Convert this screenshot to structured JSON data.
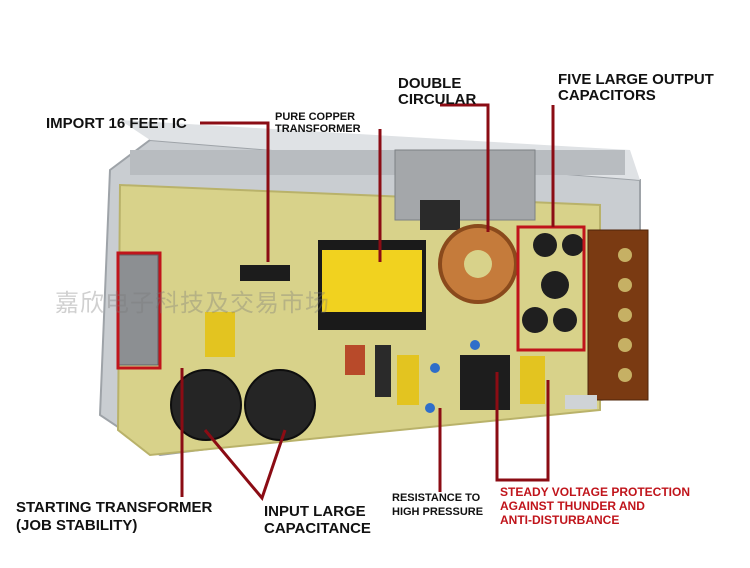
{
  "labels": {
    "import_ic": "IMPORT 16 FEET IC",
    "transformer_line1": "PURE COPPER",
    "transformer_line2": "TRANSFORMER",
    "circular_line1": "DOUBLE",
    "circular_line2": "CIRCULAR",
    "capacitors_line1": "FIVE LARGE OUTPUT",
    "capacitors_line2": "CAPACITORS",
    "starting_line1": "STARTING TRANSFORMER",
    "starting_line2": "(JOB STABILITY)",
    "input_line1": "INPUT LARGE",
    "input_line2": "CAPACITANCE",
    "resistance_line1": "RESISTANCE TO",
    "resistance_line2": "HIGH PRESSURE",
    "protection_line1": "STEADY VOLTAGE PROTECTION",
    "protection_line2": "AGAINST THUNDER AND",
    "protection_line3": "ANTI-DISTURBANCE"
  },
  "watermark": "嘉欣电子科技及交易市场",
  "colors": {
    "leader_line": "#8b0c14",
    "highlight_box": "#c0141b",
    "pcb": "#d8d28a"
  }
}
